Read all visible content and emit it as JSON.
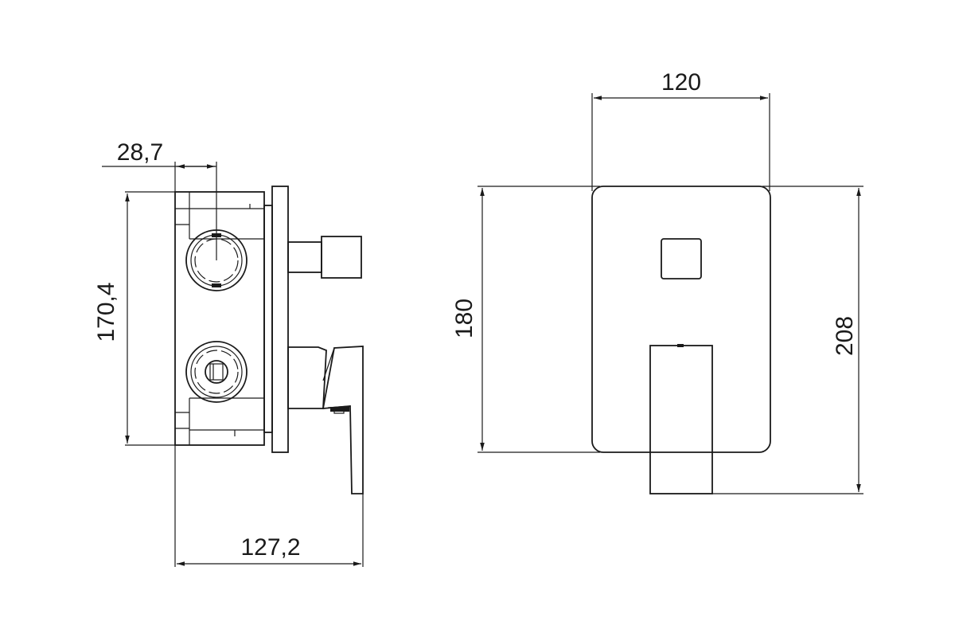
{
  "dimensions": {
    "inset_depth": "28,7",
    "box_height": "170,4",
    "total_depth": "127,2",
    "plate_width": "120",
    "plate_height": "180",
    "total_height": "208"
  }
}
